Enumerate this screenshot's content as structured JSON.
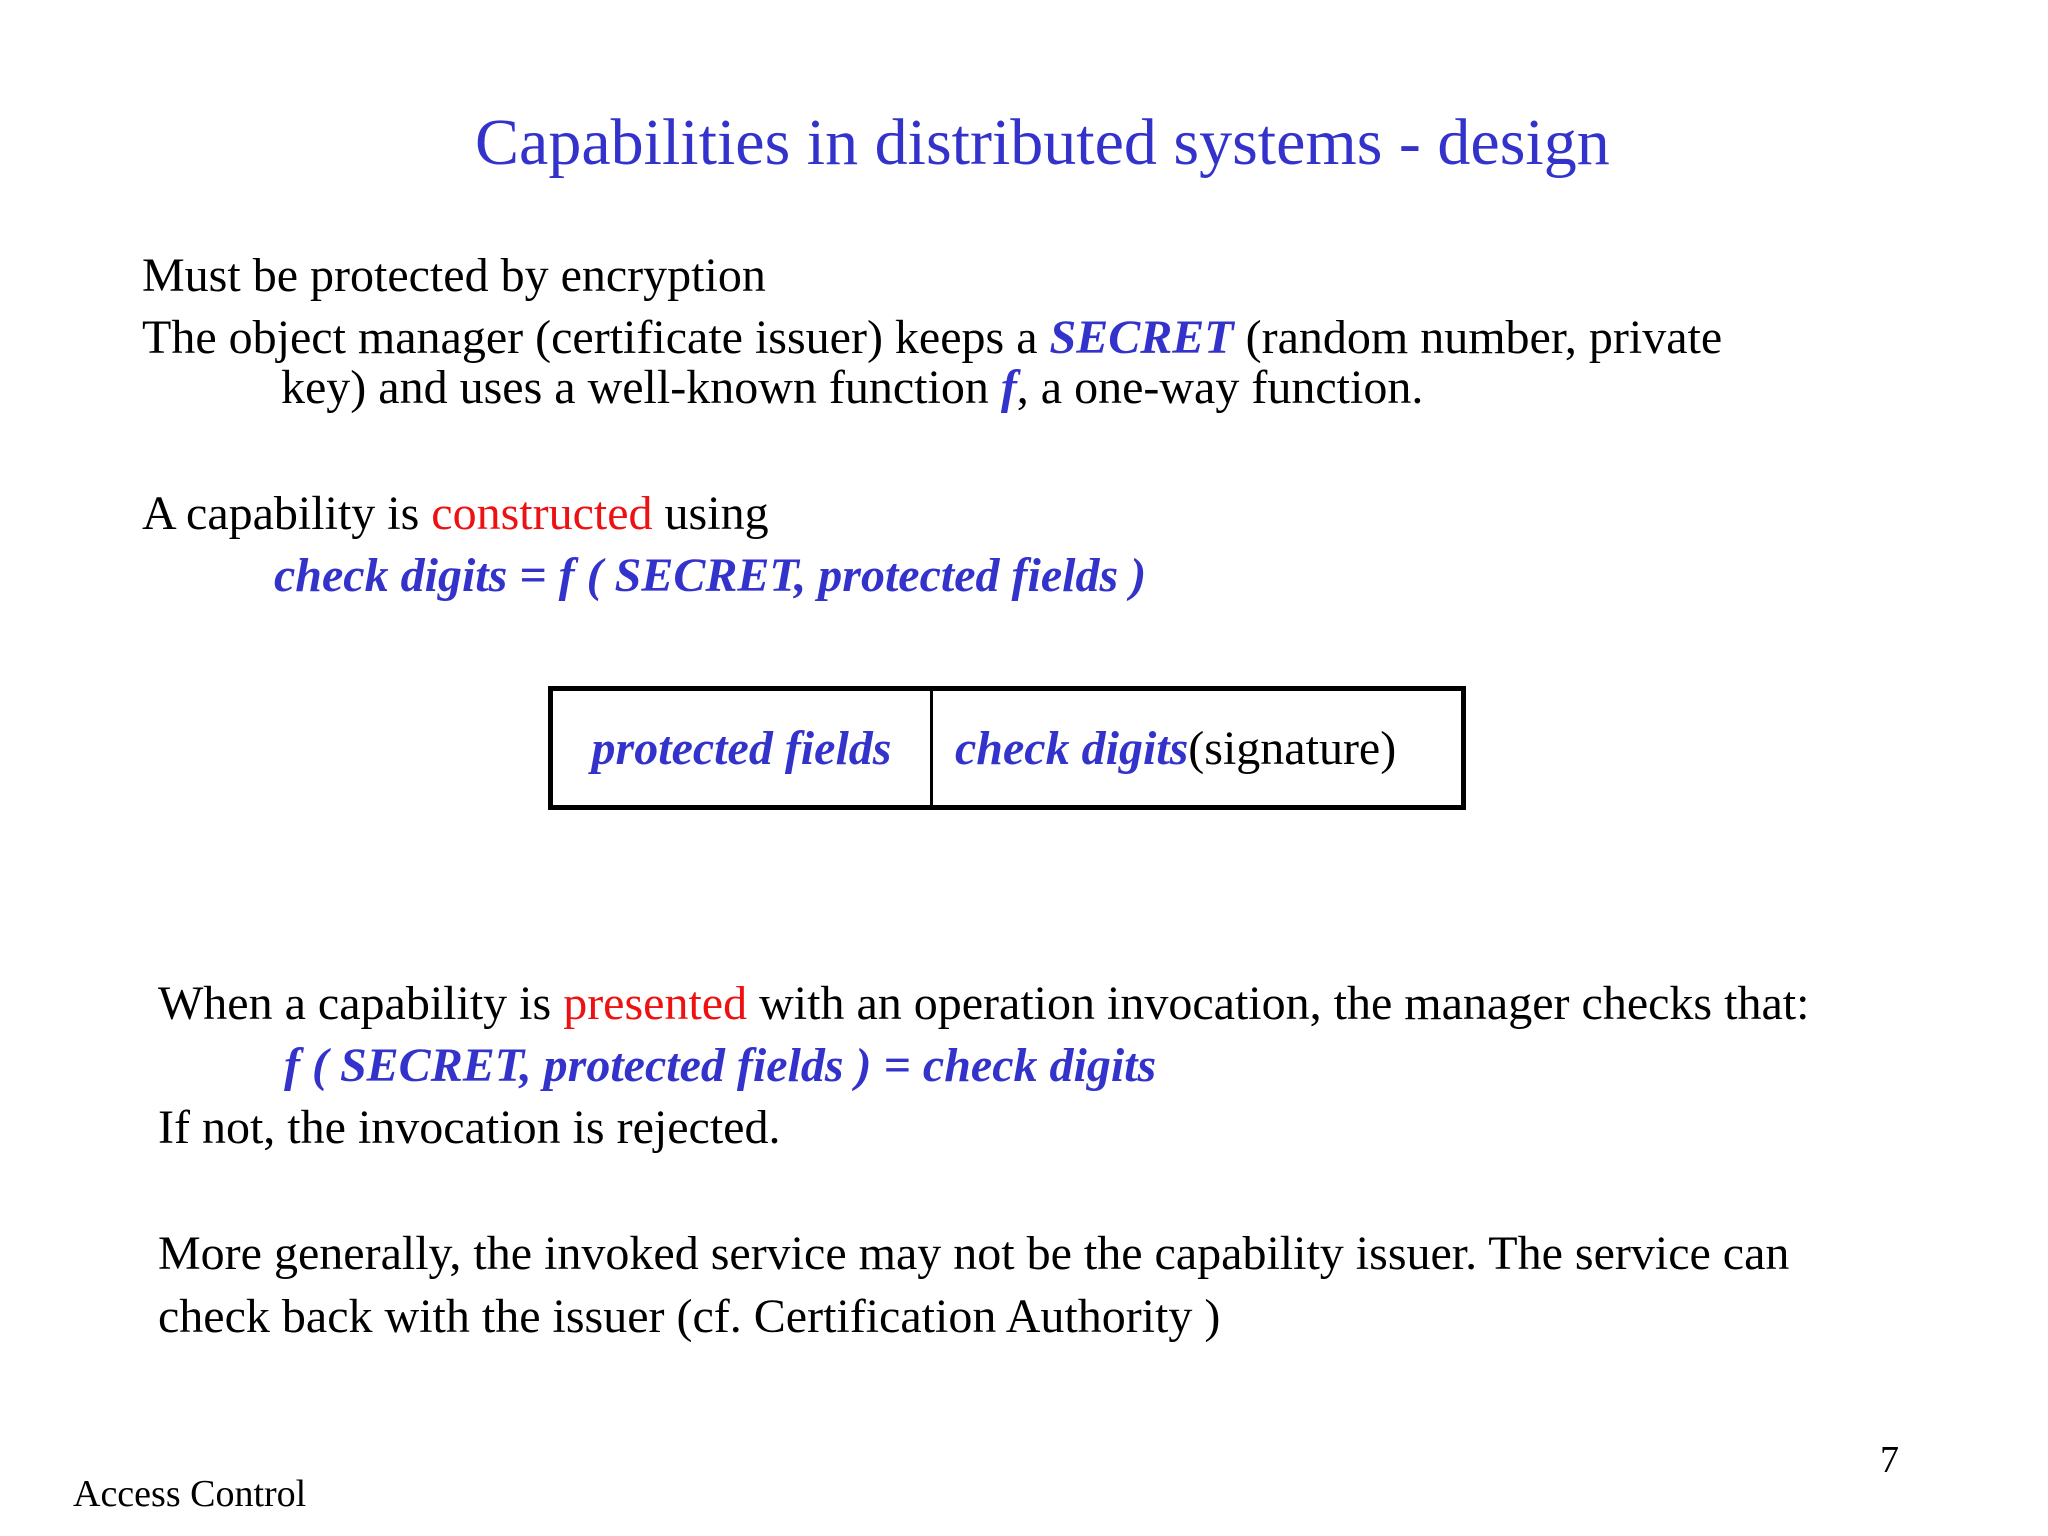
{
  "slide": {
    "title": "Capabilities in distributed systems - design",
    "para1": {
      "line1": "Must be protected by encryption",
      "line2_pre": "The object manager (certificate issuer) keeps a ",
      "line2_secret": "SECRET",
      "line2_post": " (random number, private",
      "line3_pre": "key) and uses a well-known function ",
      "line3_f": "f",
      "line3_post": ", a one-way function."
    },
    "para2": {
      "line1_pre": "A capability is ",
      "line1_red": "constructed",
      "line1_post": " using",
      "formula": "check digits = f ( SECRET, protected fields )"
    },
    "capability_table": {
      "cell1": "protected fields",
      "cell2_bold": "check digits",
      "cell2_rest": " (signature)"
    },
    "para3": {
      "line1_pre": "When a capability is ",
      "line1_red": "presented",
      "line1_post": " with an operation invocation, the manager checks that:",
      "formula": "f ( SECRET, protected fields ) = check digits",
      "line3": "If not, the invocation is rejected."
    },
    "para4": {
      "line1": "More generally, the invoked service may not be the capability issuer. The service can",
      "line2": "check back with the issuer (cf. Certification Authority )"
    },
    "footer": {
      "left": "Access Control",
      "page_number": "7"
    }
  },
  "colors": {
    "accent_blue": "#3333cc",
    "emphasis_red": "#ee1111",
    "text": "#000000",
    "background": "#ffffff"
  }
}
